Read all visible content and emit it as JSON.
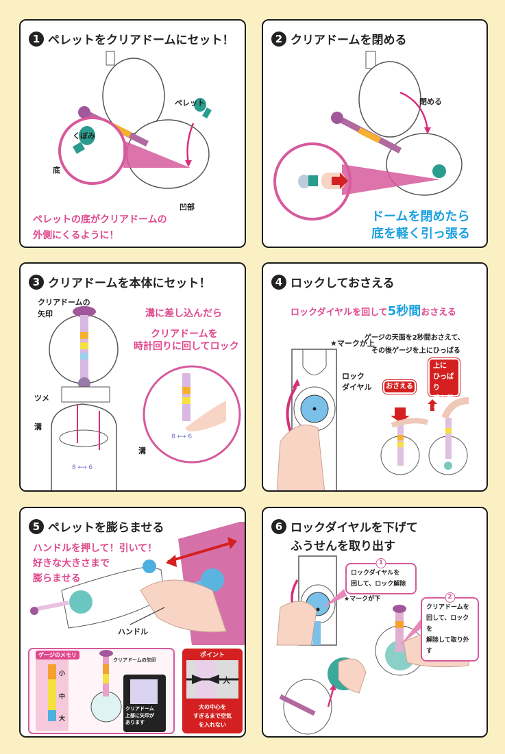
{
  "panels": [
    {
      "number": "1",
      "title": "ペレットをクリアドームにセット！",
      "labels": {
        "pellet": "ペレット",
        "hollow": "くぼみ",
        "bottom": "底",
        "recess": "凹部"
      },
      "caption": [
        "ペレットの底がクリアドームの",
        "外側にくるように！"
      ]
    },
    {
      "number": "2",
      "title": "クリアドームを閉める",
      "labels": {
        "close": "閉める"
      },
      "caption": [
        "ドームを閉めたら",
        "底を軽く引っ張る"
      ]
    },
    {
      "number": "3",
      "title": "クリアドームを本体にセット！",
      "labels": {
        "arrow_mark": [
          "クリアドームの",
          "矢印"
        ],
        "claw": "ツメ",
        "groove": "溝",
        "groove2": "溝"
      },
      "caption": [
        "溝に差し込んだら",
        "クリアドームを",
        "時計回りに回してロック"
      ]
    },
    {
      "number": "4",
      "title": "ロックしておさえる",
      "headline": {
        "before": "ロックダイヤルを回して",
        "emphasis": "5秒間",
        "after": "おさえる"
      },
      "labels": {
        "star_up": "★マークが上",
        "lock_dial": [
          "ロック",
          "ダイヤル"
        ],
        "gauge_note": [
          "ゲージの天面を2秒間おさえて、",
          "その後ゲージを上にひっぱる"
        ]
      },
      "buttons": {
        "press": "おさえる",
        "pull": [
          "上に",
          "ひっぱり",
          "手を離す"
        ]
      }
    },
    {
      "number": "5",
      "title": "ペレットを膨らませる",
      "caption": [
        "ハンドルを押して！引いて！",
        "好きな大きさまで",
        "膨らませる"
      ],
      "labels": {
        "handle": "ハンドル",
        "gauge_title": "ゲージのメモリ",
        "small": "小",
        "medium": "中",
        "large": "大",
        "dome_arrow": "クリアドームの矢印",
        "inset_note": [
          "クリアドーム",
          "上部に矢印が",
          "あります"
        ]
      },
      "point": {
        "title": "ポイント",
        "large": "大",
        "note": [
          "大の中心を",
          "すぎるまで空気",
          "を入れない"
        ]
      }
    },
    {
      "number": "6",
      "title": [
        "ロックダイヤルを下げて",
        "ふうせんを取り出す"
      ],
      "callouts": [
        {
          "number": "1",
          "text": [
            "ロックダイヤルを",
            "回して、ロック解除"
          ]
        },
        {
          "number": "2",
          "text": [
            "クリアドームを",
            "回して、ロックを",
            "解除して取り外す"
          ]
        }
      ],
      "labels": {
        "star_down": "★マークが下"
      }
    }
  ],
  "colors": {
    "background": "#fbf0c3",
    "pink": "#e0488e",
    "blue": "#1aa0e0",
    "red": "#d42020",
    "teal": "#2a9c8e"
  }
}
